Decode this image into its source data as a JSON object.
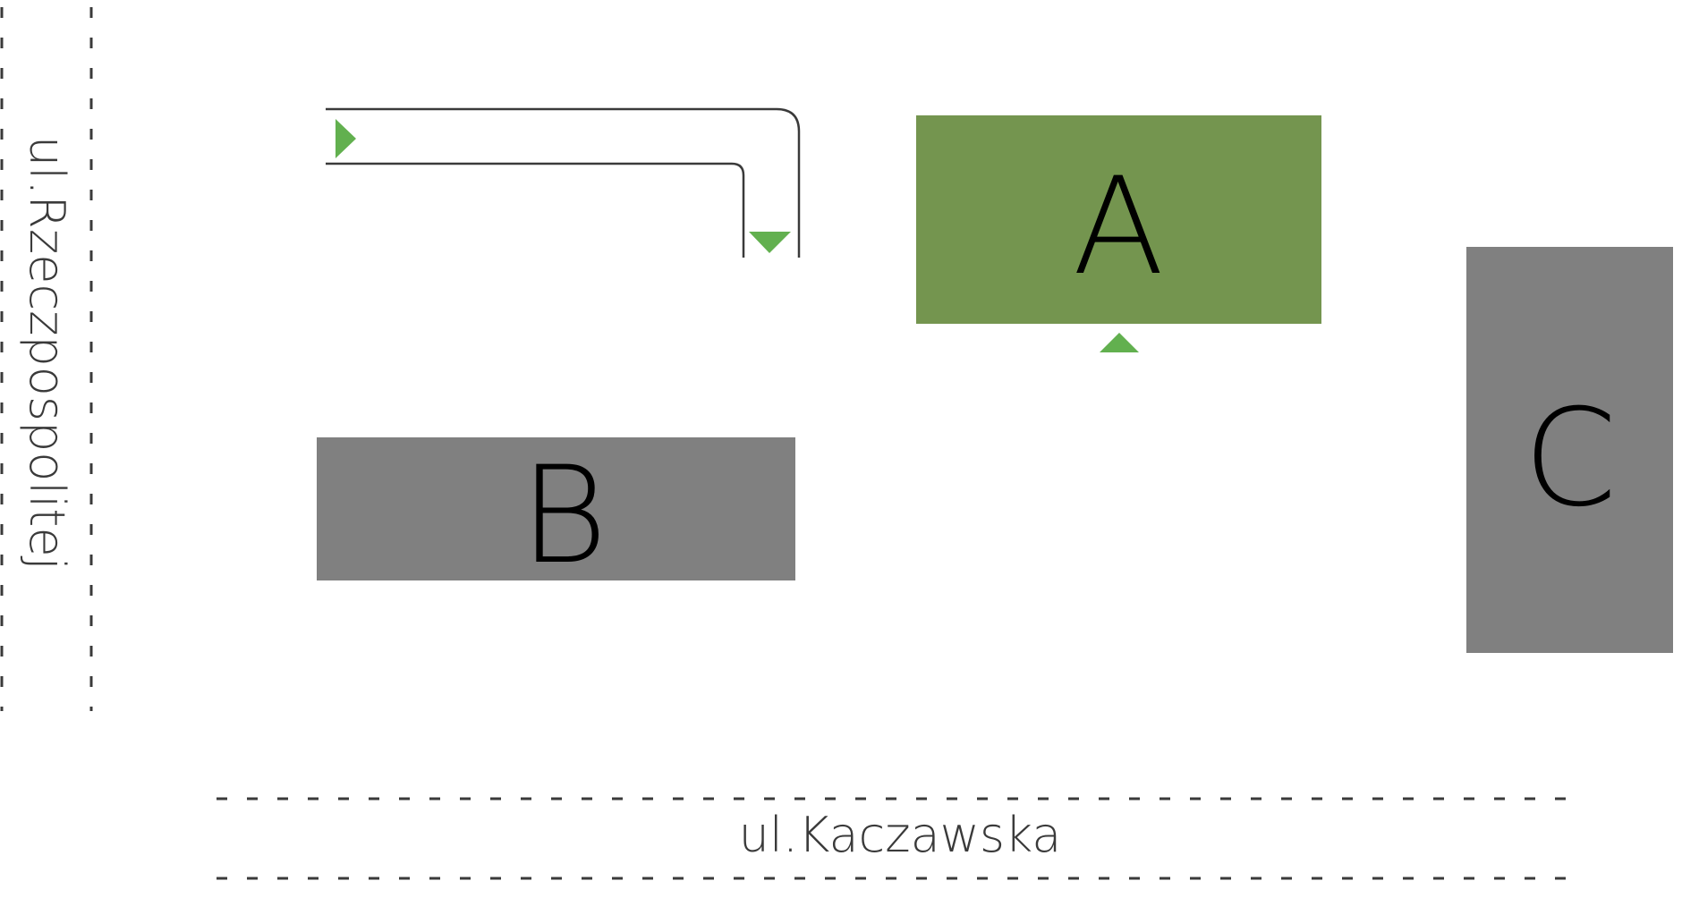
{
  "streets": {
    "vertical": {
      "name": "ul.Rzeczpospolitej"
    },
    "horizontal": {
      "name": "ul.Kaczawska"
    }
  },
  "buildings": [
    {
      "id": "A",
      "label": "A",
      "color": "#74954f",
      "highlighted": true
    },
    {
      "id": "B",
      "label": "B",
      "color": "#808080",
      "highlighted": false
    },
    {
      "id": "C",
      "label": "C",
      "color": "#808080",
      "highlighted": false
    }
  ],
  "colors": {
    "arrow": "#62b04f",
    "road_outline": "#3a3a3a",
    "street_dashes": "#3a3a3a"
  }
}
